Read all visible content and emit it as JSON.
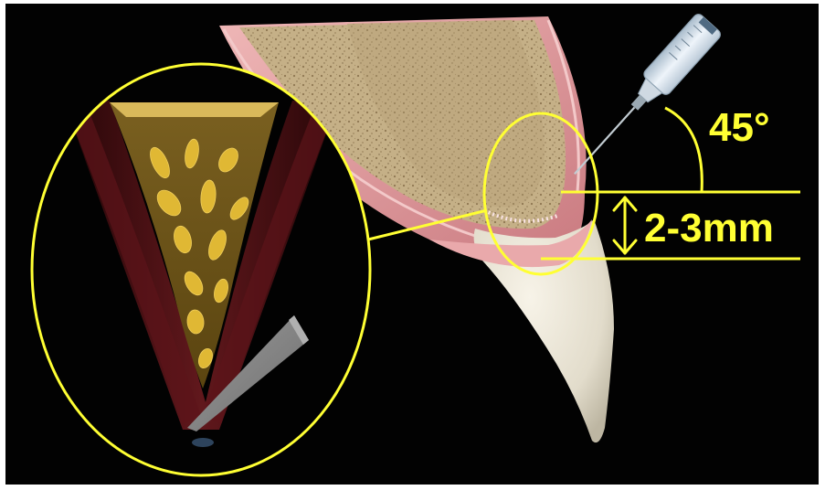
{
  "labels": {
    "angle": "45°",
    "distance": "2-3mm"
  },
  "colors": {
    "background": "#020202",
    "annotation": "#ffff33",
    "gingiva": "#d99a9e",
    "bone": "#c8b48c",
    "tooth": "#ece7d8",
    "periodontal_dark": "#5a1418",
    "trabecular_gold": "#e0b834",
    "needle_metal": "#b9c4c9",
    "syringe_body": "#dfe9f2"
  },
  "icons": {
    "zoom_lens": "magnified-cross-section",
    "instrument": "syringe-needle",
    "measure": "double-arrow"
  }
}
